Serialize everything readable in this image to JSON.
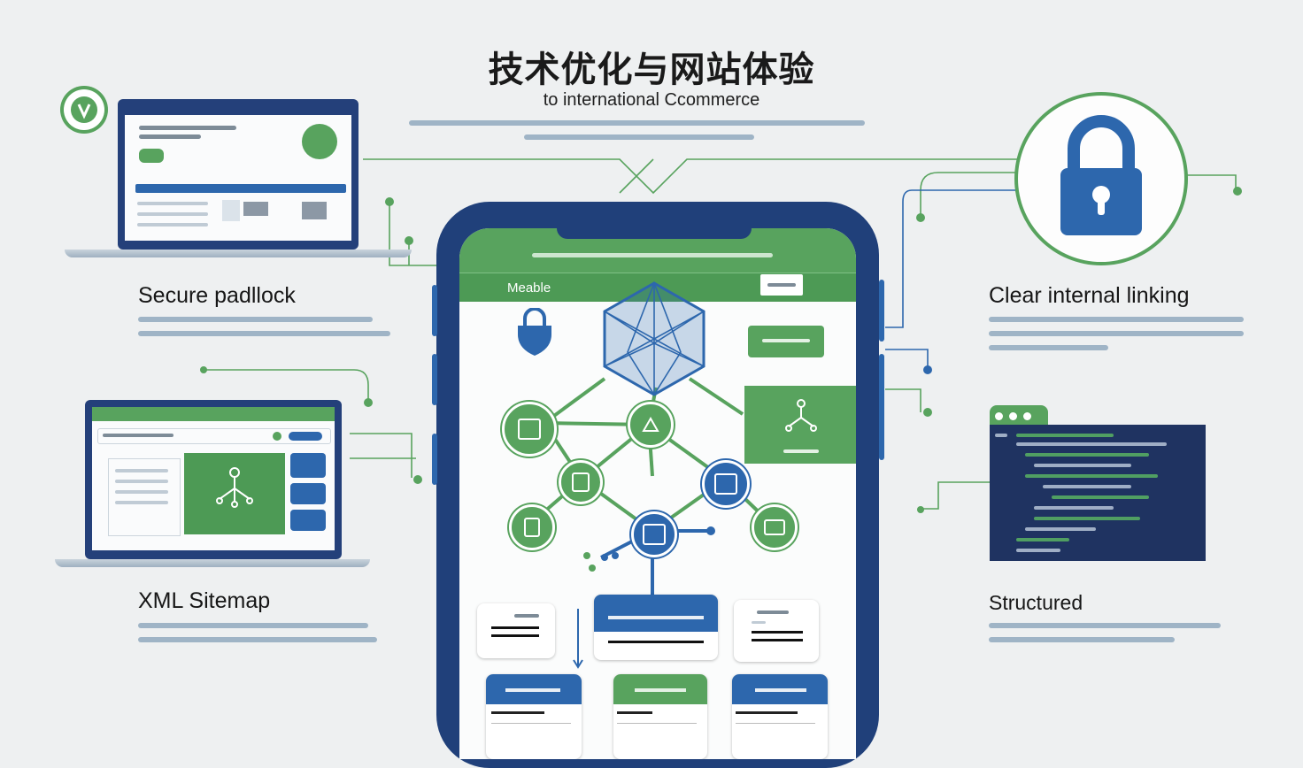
{
  "header": {
    "title": "技术优化与网站体验",
    "subtitle": "to international Ccommerce"
  },
  "sections": {
    "secure": {
      "title": "Secure padllock"
    },
    "linking": {
      "title": "Clear internal linking"
    },
    "sitemap": {
      "title": "XML Sitemap"
    },
    "structured": {
      "title": "Structured"
    }
  },
  "phone": {
    "nav_label": "Meable"
  },
  "colors": {
    "navy": "#20407a",
    "blue": "#2d67ad",
    "green": "#58a35e",
    "background": "#eef0f1"
  },
  "icons": {
    "top_right": "padlock-icon",
    "center": "network-hub-icon",
    "top_left": "shield-badge-icon"
  }
}
